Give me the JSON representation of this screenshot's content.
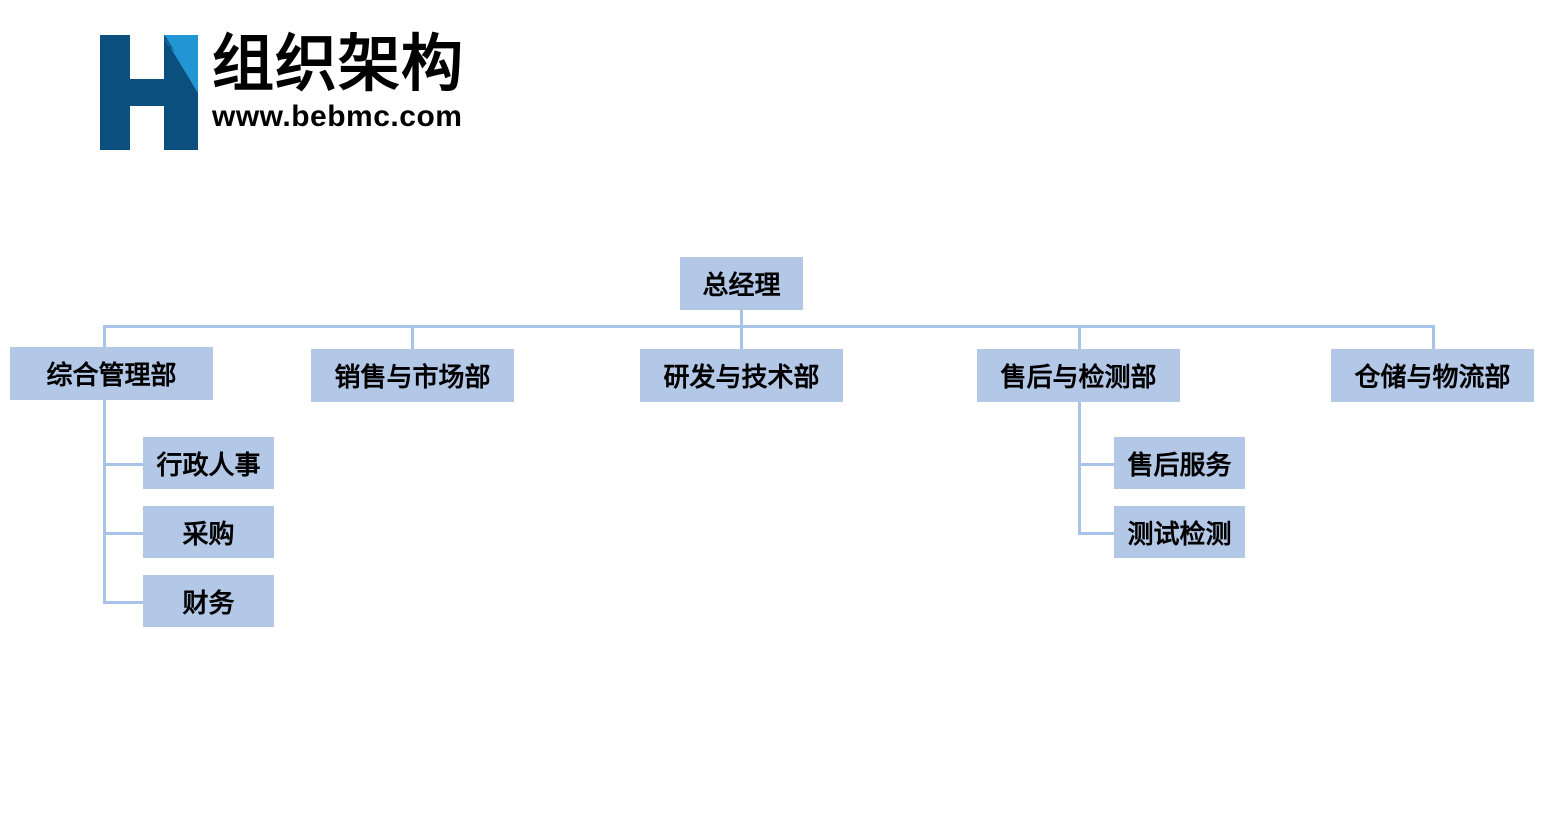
{
  "brand": {
    "title": "组织架构",
    "url": "www.bebmc.com",
    "logo_icon": "bebmc-h-logo-icon",
    "colors": {
      "logo_dark": "#0b4f7f",
      "logo_light": "#2196d3",
      "node_fill": "#b3c7e6",
      "connector": "#a8c3e8",
      "text": "#000000",
      "background": "#ffffff"
    }
  },
  "chart_data": {
    "type": "org-chart",
    "title": "组织架构",
    "root": {
      "label": "总经理"
    },
    "departments": [
      {
        "label": "综合管理部",
        "children": [
          {
            "label": "行政人事"
          },
          {
            "label": "采购"
          },
          {
            "label": "财务"
          }
        ]
      },
      {
        "label": "销售与市场部",
        "children": []
      },
      {
        "label": "研发与技术部",
        "children": []
      },
      {
        "label": "售后与检测部",
        "children": [
          {
            "label": "售后服务"
          },
          {
            "label": "测试检测"
          }
        ]
      },
      {
        "label": "仓储与物流部",
        "children": []
      }
    ]
  }
}
